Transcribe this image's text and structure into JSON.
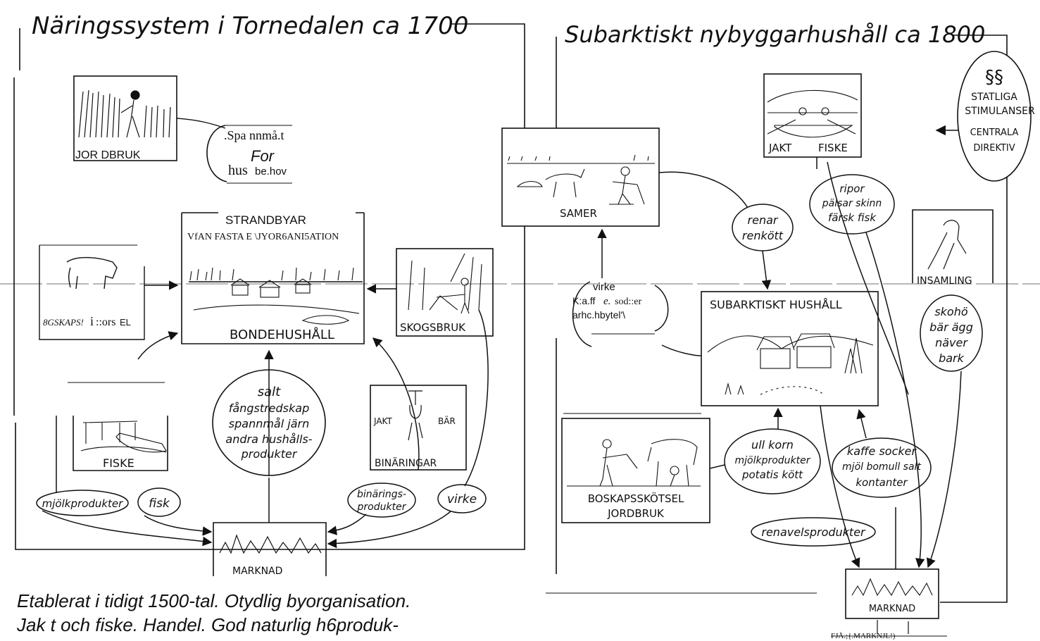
{
  "left_panel": {
    "title": "Näringssystem i Tornedalen ca 1700",
    "jordbruk_label": "JOR DBRUK",
    "jordbruk_bubble": [
      ".Spa nnmå.t",
      "For",
      "hus",
      "be.hov"
    ],
    "strandbyar_title": "STRANDBYAR",
    "strandbyar_subtitle": "VfAN FASTA E \\JYOR6ANI5ATION",
    "bondehushall_label": "BONDEHUSHÅLL",
    "boskap_label_a": "8GSKAPS!",
    "boskap_label_b": "i",
    "boskap_label_c": "::ors",
    "boskap_label_d": "EL",
    "skogsbruk_label": "SKOGSBRUK",
    "fiske_label": "FISKE",
    "binaringar_label": "BINÄRINGAR",
    "binaringar_jakt": "JAKT",
    "binaringar_bar": "BÄR",
    "trade_bubble": [
      "salt",
      "fångstredskap",
      "spannmål järn",
      "andra hushålls-",
      "produkter"
    ],
    "mjolk_bubble": "mjölkprodukter",
    "fisk_bubble": "fisk",
    "binarings_bubble": [
      "binärings-",
      "produkter"
    ],
    "virke_bubble": "virke",
    "marknad_label": "MARKNAD"
  },
  "right_panel": {
    "title": "Subarktiskt nybyggarhushåll ca 1800",
    "samer_label": "SAMER",
    "jakt_label": "JAKT",
    "fiske_label": "FISKE",
    "statliga_bubble": [
      "§§",
      "STATLIGA",
      "STIMULANSER",
      "CENTRALA",
      "DIREKTIV"
    ],
    "ripor_bubble": [
      "ripor",
      "pälsar skinn",
      "färsk fisk"
    ],
    "renar_bubble": [
      "renar",
      "renkött"
    ],
    "virke_bubble": [
      "virke",
      "K:a.ff",
      "e.",
      "sod::er",
      "arhc.hbytel'\\"
    ],
    "subarktiskt_label": "SUBARKTISKT HUSHÅLL",
    "insamling_label": "INSAMLING",
    "skoho_bubble": [
      "skohö",
      "bär ägg",
      "näver",
      "bark"
    ],
    "boskap_label": [
      "BOSKAPSSKÖTSEL",
      "JORDBRUK"
    ],
    "ull_bubble": [
      "ull korn",
      "mjölkprodukter",
      "potatis kött"
    ],
    "kaffe_bubble": [
      "kaffe socker",
      "mjöl bomull salt",
      "kontanter"
    ],
    "renavel_bubble": "renavelsprodukter",
    "marknad_label": "MARKNAD",
    "fjarr_label": "FJÅ.;{.MARKNJL!)"
  },
  "caption": {
    "line1": "Etablerat i tidigt  1500-tal. Otydlig byorganisation.",
    "line2": "Jak t och fiske. Handel.  God naturlig  h6produk-"
  }
}
